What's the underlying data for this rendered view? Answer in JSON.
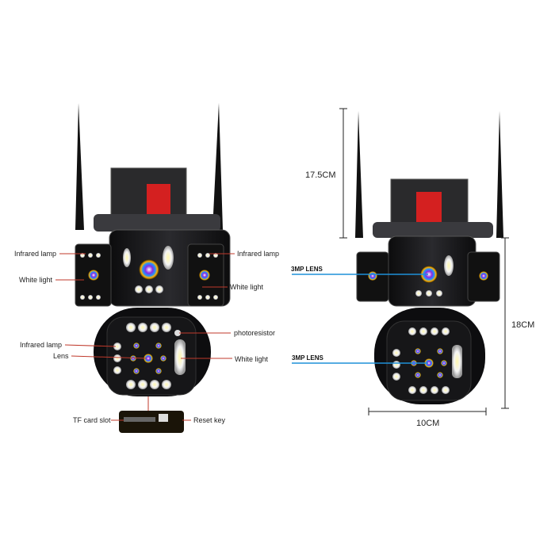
{
  "left_view": {
    "labels": {
      "infrared_lamp_left": "Infrared lamp",
      "white_light_left": "White light",
      "infrared_lamp_right": "Infrared lamp",
      "white_light_right": "White light",
      "photoresistor": "photoresistor",
      "infrared_lamp_lower": "Infrared lamp",
      "lens": "Lens",
      "white_light_lower": "White light",
      "tf_card_slot": "TF card slot",
      "reset_key": "Reset key"
    }
  },
  "right_view": {
    "height_antenna": "17.5CM",
    "height_body": "18CM",
    "width": "10CM",
    "lens_top": "3MP LENS",
    "lens_bottom": "3MP LENS"
  },
  "colors": {
    "leader_line": "#c0392b",
    "lens_line": "#1e90d8",
    "mount_red": "#d42020",
    "body": "#1b1b1d"
  }
}
